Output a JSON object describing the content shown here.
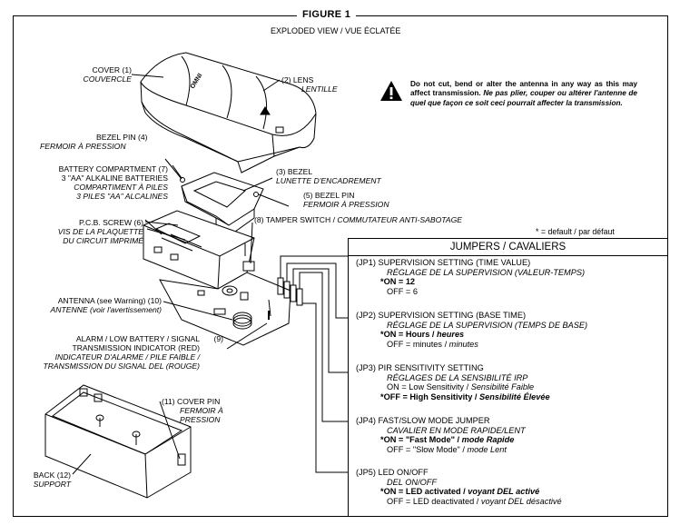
{
  "figure": {
    "title": "FIGURE 1",
    "subtitle": "EXPLODED VIEW / VUE ÉCLATÉE"
  },
  "warning": {
    "icon": "warning-triangle-icon",
    "text_en": "Do not cut, bend or alter the antenna in any way as this may affect transmission.",
    "text_fr": "Ne pas plier, couper ou altérer l'antenne de quel que façon ce soit ceci pourrait affecter la transmission."
  },
  "labels": {
    "cover": {
      "en": "COVER (1)",
      "fr": "COUVERCLE"
    },
    "lens": {
      "en": "(2) LENS",
      "fr": "LENTILLE"
    },
    "bezel_pin_4": {
      "en": "BEZEL PIN",
      "num": "(4)",
      "fr": "FERMOIR À PRESSION"
    },
    "battery": {
      "l1": "BATTERY COMPARTMENT (7)",
      "l2": "3 \"AA\" ALKALINE BATTERIES",
      "l3": "COMPARTIMENT À PILES",
      "l4": "3 PILES \"AA\" ALCALINES"
    },
    "bezel_3": {
      "en": "(3) BEZEL",
      "fr": "LUNETTE D'ENCADREMENT"
    },
    "bezel_pin_5": {
      "en": "(5) BEZEL PIN",
      "fr": "FERMOIR À PRESSION"
    },
    "pcb_screw": {
      "en": "P.C.B. SCREW  (6)",
      "fr1": "VIS DE LA PLAQUETTE",
      "fr2": "DU CIRCUIT IMPRIMÉ"
    },
    "tamper": {
      "en": "(8) TAMPER SWITCH / ",
      "fr": "COMMUTATEUR  ANTI-SABOTAGE"
    },
    "antenna": {
      "en": "ANTENNA (see Warning) (10)",
      "fr": "ANTENNE (voir l'avertissement)"
    },
    "alarm": {
      "l1": "ALARM / LOW BATTERY / SIGNAL",
      "l1num": "(9)",
      "l2": "TRANSMISSION INDICATOR (RED)",
      "l3": "INDICATEUR D'ALARME / PILE FAIBLE /",
      "l4": "TRANSMISSION DU SIGNAL DEL (ROUGE)"
    },
    "cover_pin": {
      "en": "(11) COVER PIN",
      "fr1": "FERMOIR À",
      "fr2": "PRESSION"
    },
    "back": {
      "en": "BACK (12)",
      "fr": "SUPPORT"
    },
    "cover_brand": "OMNI"
  },
  "default_note": "* = default / par défaut",
  "jumpers": {
    "title": "JUMPERS / CAVALIERS",
    "items": [
      {
        "id": "(JP1)",
        "title_en": "SUPERVISION SETTING (TIME VALUE)",
        "title_fr": "RÉGLAGE DE LA SUPERVISION (VALEUR-TEMPS)",
        "on": "*ON = 12",
        "on_fr": "",
        "off": "OFF = 6",
        "off_fr": "",
        "default": "on"
      },
      {
        "id": "(JP2)",
        "title_en": "SUPERVISION SETTING (BASE TIME)",
        "title_fr": "RÉGLAGE DE LA SUPERVISION (TEMPS DE BASE)",
        "on": "*ON = Hours / ",
        "on_fr": "heures",
        "off": "OFF = minutes / ",
        "off_fr": "minutes",
        "default": "on"
      },
      {
        "id": "(JP3)",
        "title_en": "PIR SENSITIVITY SETTING",
        "title_fr": "RÉGLAGES DE LA SENSIBILITÉ IRP",
        "on": "ON = Low Sensitivity / ",
        "on_fr": "Sensibilité Faible",
        "off": "*OFF = High Sensitivity / ",
        "off_fr": "Sensibilité Élevée",
        "default": "off"
      },
      {
        "id": "(JP4)",
        "title_en": "FAST/SLOW MODE JUMPER",
        "title_fr": "CAVALIER EN MODE RAPIDE/LENT",
        "on": "*ON = \"Fast Mode\" / ",
        "on_fr": "mode Rapide",
        "off": "OFF = \"Slow Mode\" / ",
        "off_fr": "mode Lent",
        "default": "on"
      },
      {
        "id": "(JP5)",
        "title_en": "LED ON/OFF",
        "title_fr": "DEL ON/OFF",
        "on": "*ON = LED activated / ",
        "on_fr": "voyant DEL activé",
        "off": "OFF = LED deactivated / ",
        "off_fr": "voyant DEL désactivé",
        "default": "on"
      }
    ]
  }
}
